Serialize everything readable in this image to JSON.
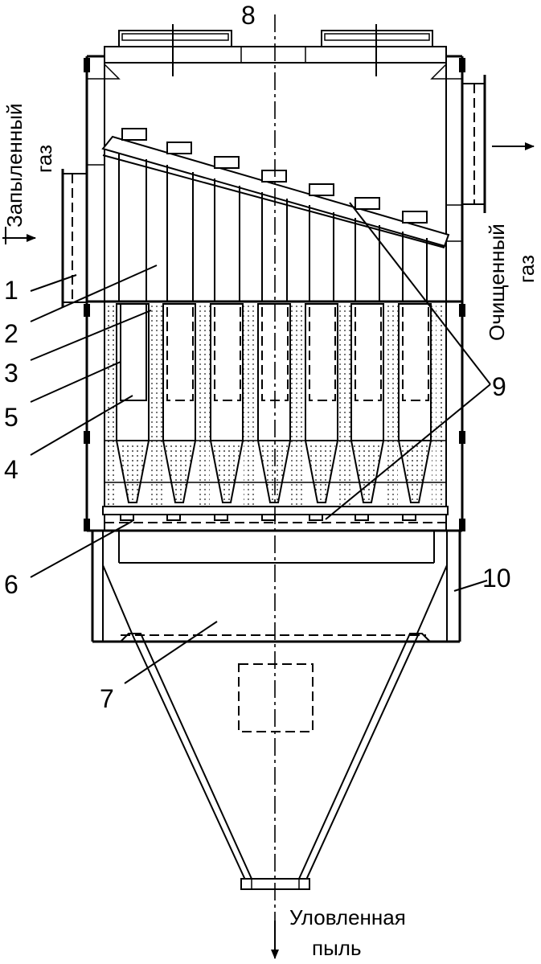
{
  "labels": {
    "inlet_gas_line1": "Запыленный",
    "inlet_gas_line2": "газ",
    "outlet_gas_line1": "Очищенный",
    "outlet_gas_line2": "газ",
    "dust_line1": "Уловленная",
    "dust_line2": "пыль"
  },
  "callouts": {
    "n1": "1",
    "n2": "2",
    "n3": "3",
    "n4": "4",
    "n5": "5",
    "n6": "6",
    "n7": "7",
    "n8": "8",
    "n9": "9",
    "n10": "10"
  },
  "colors": {
    "ink": "#000000",
    "paper": "#ffffff"
  }
}
